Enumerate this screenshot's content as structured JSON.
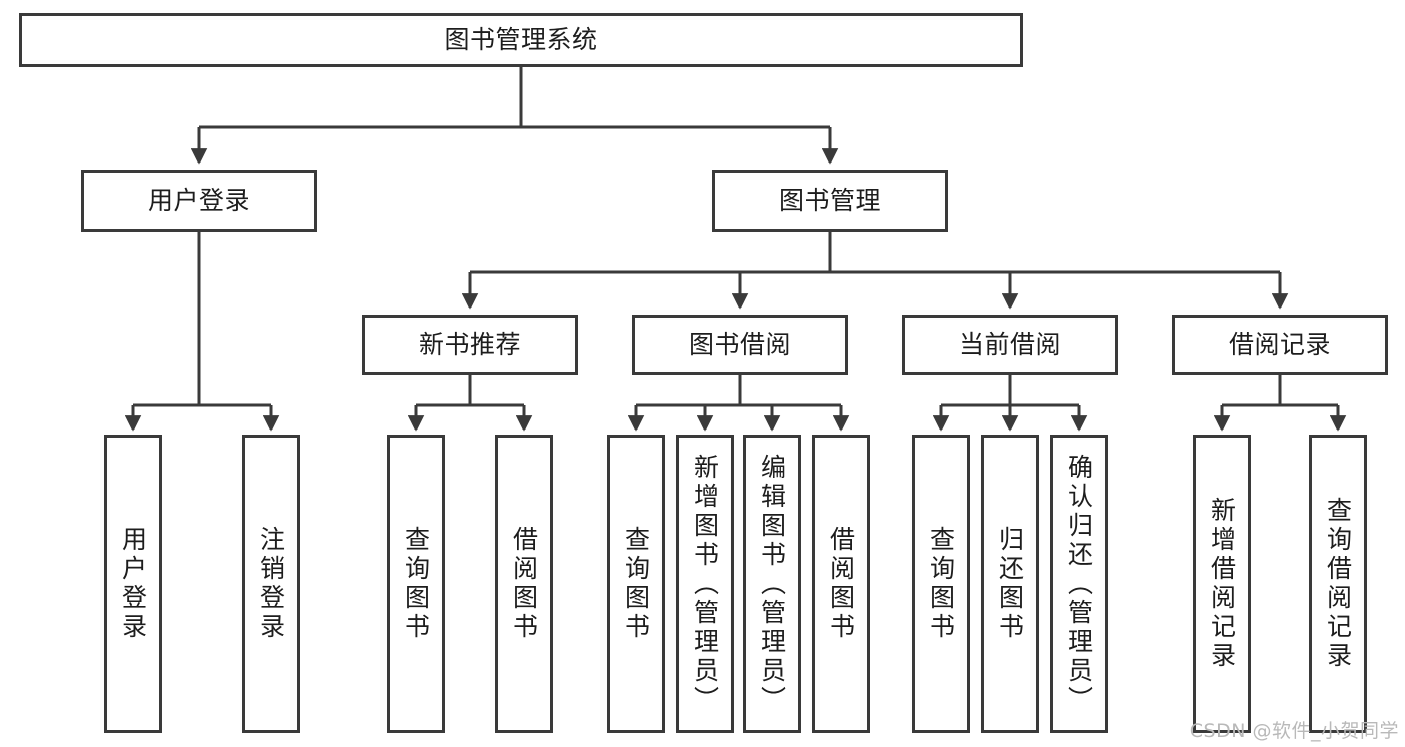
{
  "diagram": {
    "title": "图书管理系统",
    "type": "tree-hierarchy",
    "root": {
      "label": "图书管理系统"
    },
    "level1": [
      {
        "label": "用户登录"
      },
      {
        "label": "图书管理"
      }
    ],
    "level2": [
      {
        "label": "新书推荐"
      },
      {
        "label": "图书借阅"
      },
      {
        "label": "当前借阅"
      },
      {
        "label": "借阅记录"
      }
    ],
    "leaves": {
      "user_login": [
        {
          "label": "用户登录"
        },
        {
          "label": "注销登录"
        }
      ],
      "new_book_recommend": [
        {
          "label": "查询图书"
        },
        {
          "label": "借阅图书"
        }
      ],
      "book_borrow": [
        {
          "label": "查询图书"
        },
        {
          "label": "新增图书（管理员）"
        },
        {
          "label": "编辑图书（管理员）"
        },
        {
          "label": "借阅图书"
        }
      ],
      "current_borrow": [
        {
          "label": "查询图书"
        },
        {
          "label": "归还图书"
        },
        {
          "label": "确认归还（管理员）"
        }
      ],
      "borrow_record": [
        {
          "label": "新增借阅记录"
        },
        {
          "label": "查询借阅记录"
        }
      ]
    }
  },
  "watermark": {
    "text": "CSDN @软件_小贺同学"
  },
  "colors": {
    "border": "#3a3a3a",
    "background": "#ffffff",
    "text": "#1d1d1d",
    "watermark": "#b9b9b9"
  }
}
